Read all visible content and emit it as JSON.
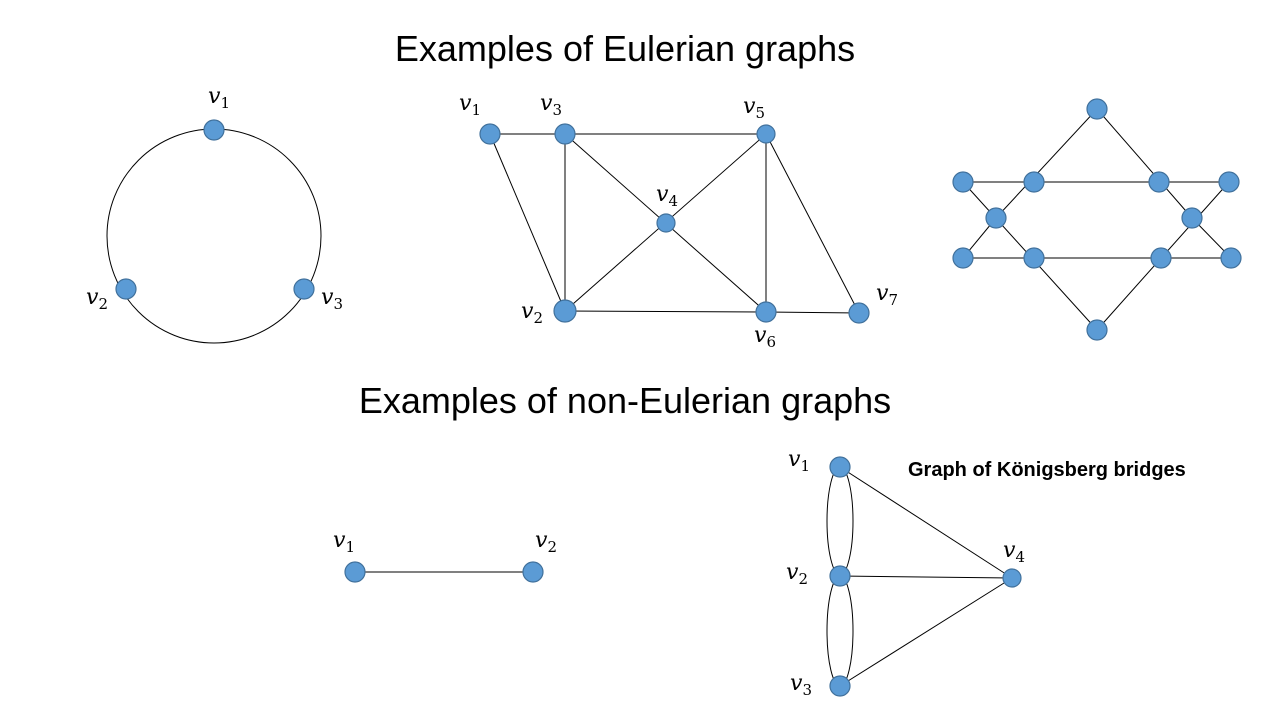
{
  "titles": {
    "eulerian": "Examples of Eulerian graphs",
    "non_eulerian": "Examples of non-Eulerian graphs"
  },
  "konigsberg_caption": "Graph of Königsberg bridges",
  "colors": {
    "vertex_fill": "#5b9bd5",
    "vertex_stroke": "#41719c",
    "edge": "#000000"
  },
  "graphs": [
    {
      "id": "cycle-c3",
      "labels": [
        {
          "var": "v",
          "sub": "1"
        },
        {
          "var": "v",
          "sub": "2"
        },
        {
          "var": "v",
          "sub": "3"
        }
      ]
    },
    {
      "id": "seven-vertex",
      "labels": [
        {
          "var": "v",
          "sub": "1"
        },
        {
          "var": "v",
          "sub": "2"
        },
        {
          "var": "v",
          "sub": "3"
        },
        {
          "var": "v",
          "sub": "4"
        },
        {
          "var": "v",
          "sub": "5"
        },
        {
          "var": "v",
          "sub": "6"
        },
        {
          "var": "v",
          "sub": "7"
        }
      ]
    },
    {
      "id": "hexagram",
      "labels": []
    },
    {
      "id": "single-edge",
      "labels": [
        {
          "var": "v",
          "sub": "1"
        },
        {
          "var": "v",
          "sub": "2"
        }
      ]
    },
    {
      "id": "konigsberg",
      "labels": [
        {
          "var": "v",
          "sub": "1"
        },
        {
          "var": "v",
          "sub": "2"
        },
        {
          "var": "v",
          "sub": "3"
        },
        {
          "var": "v",
          "sub": "4"
        }
      ]
    }
  ]
}
